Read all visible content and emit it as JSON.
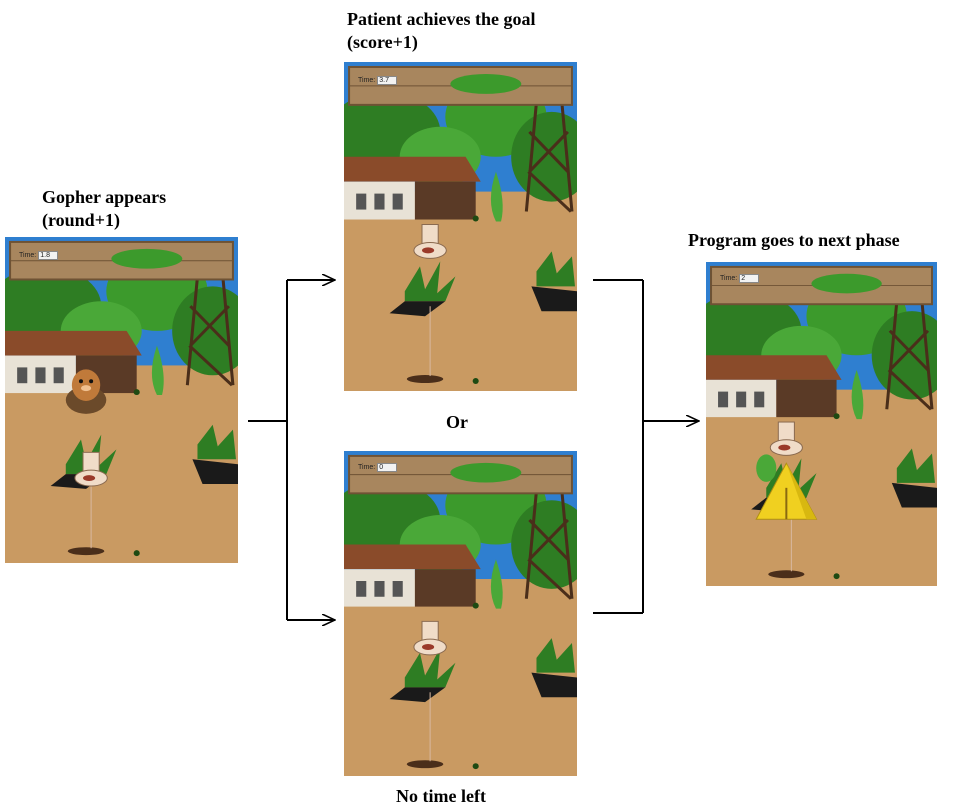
{
  "captions": {
    "gopher_line1": "Gopher appears",
    "gopher_line2": "(round+1)",
    "goal_line1": "Patient achieves the goal",
    "goal_line2": "(score+1)",
    "or": "Or",
    "no_time": "No time left",
    "next_phase": "Program goes to next phase"
  },
  "panels": {
    "gopher": {
      "timer_label": "Time:",
      "timer_value": "1.8"
    },
    "goal": {
      "timer_label": "Time:",
      "timer_value": "3.7"
    },
    "no_time": {
      "timer_label": "Time:",
      "timer_value": "0"
    },
    "next_phase": {
      "timer_label": "Time:",
      "timer_value": "2"
    }
  },
  "icons": [
    "foot-icon",
    "gopher-icon",
    "tent-icon",
    "plant-icon",
    "arrow-icon"
  ],
  "colors": {
    "sky": "#2f7fd0",
    "ground": "#c99a62",
    "sign": "#a8865e",
    "tree": "#3c9a2c",
    "house_wall": "#e8e2d6",
    "roof": "#8a4b2a",
    "tent": "#f0d020"
  }
}
